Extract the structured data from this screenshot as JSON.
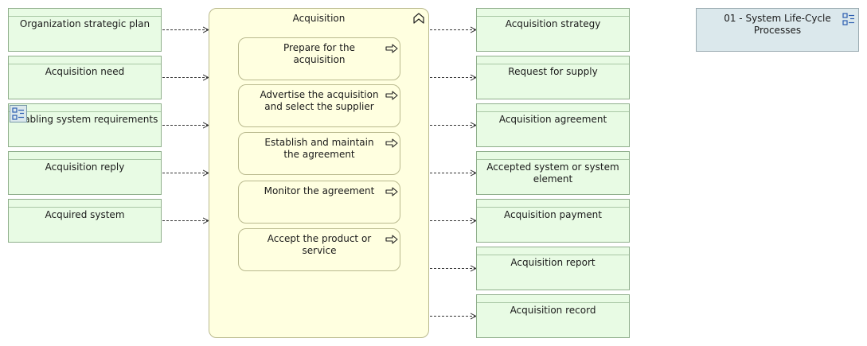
{
  "process": {
    "title": "Acquisition"
  },
  "activities": [
    "Prepare for the acquisition",
    "Advertise the acquisition and select the supplier",
    "Establish and maintain the agreement",
    "Monitor the agreement",
    "Accept the product or service"
  ],
  "inputs": [
    "Organization strategic plan",
    "Acquisition need",
    "Enabling system requirements",
    "Acquisition reply",
    "Acquired system"
  ],
  "outputs": [
    "Acquisition strategy",
    "Request for supply",
    "Acquisition agreement",
    "Accepted system or system element",
    "Acquisition payment",
    "Acquisition report",
    "Acquisition record"
  ],
  "group": {
    "label": "01 - System Life-Cycle Processes"
  },
  "colors": {
    "object_fill": "#e8fbe4",
    "process_fill": "#ffffe0",
    "group_fill": "#dbe8ec"
  },
  "icons": {
    "process": "process-chevron-icon",
    "activity": "arrow-right-icon",
    "group": "grouping-icon"
  }
}
